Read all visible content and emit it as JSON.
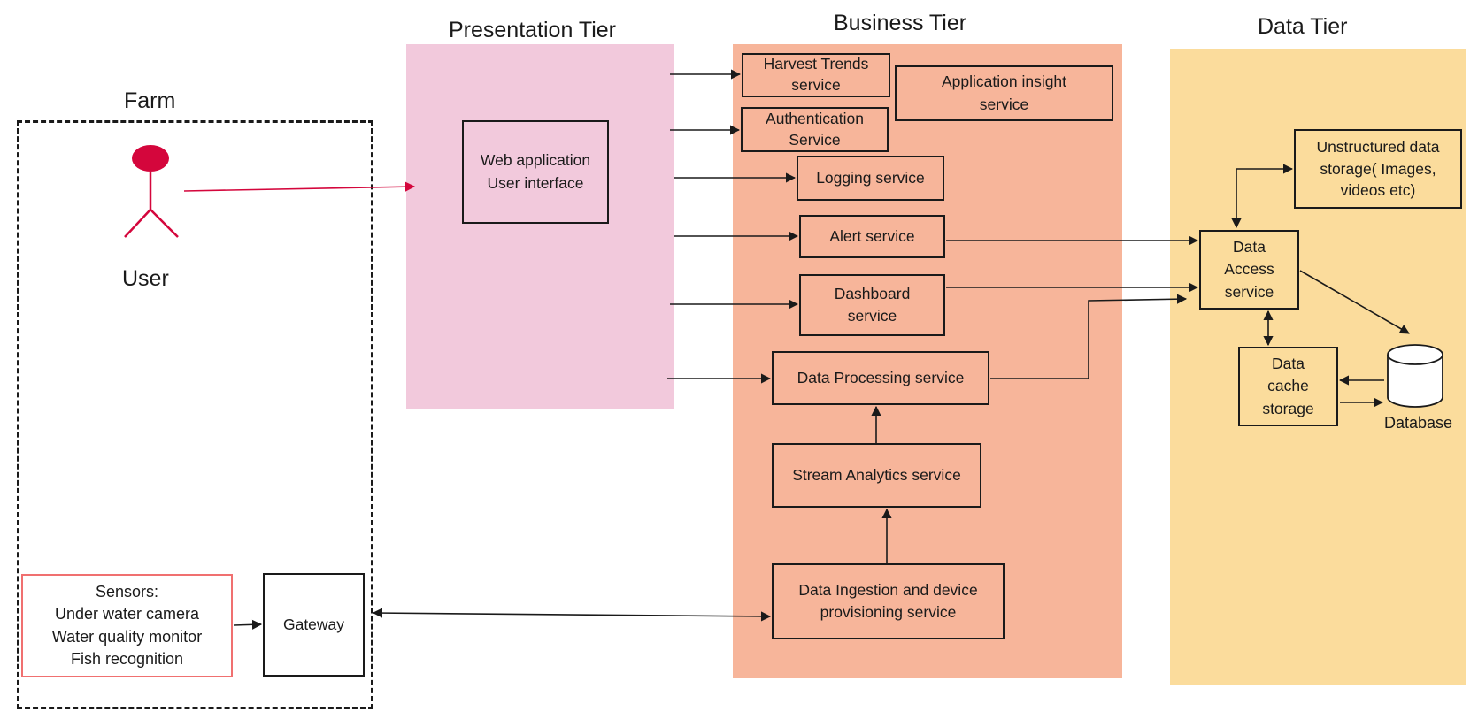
{
  "tiers": {
    "presentation": "Presentation Tier",
    "business": "Business Tier",
    "data": "Data Tier"
  },
  "farm": {
    "title": "Farm",
    "user_label": "User",
    "sensors": "Sensors:\nUnder water camera\nWater quality monitor\nFish recognition",
    "gateway": "Gateway"
  },
  "presentation": {
    "web_app": "Web application\nUser interface"
  },
  "business": {
    "harvest": "Harvest Trends\nservice",
    "insight": "Application insight\nservice",
    "auth": "Authentication\nService",
    "logging": "Logging service",
    "alert": "Alert service",
    "dashboard": "Dashboard\nservice",
    "processing": "Data Processing service",
    "stream": "Stream Analytics service",
    "ingestion": "Data Ingestion and device\nprovisioning service"
  },
  "data_tier": {
    "unstructured": "Unstructured data\nstorage( Images,\nvideos etc)",
    "access": "Data\nAccess\nservice",
    "cache": "Data\ncache\nstorage",
    "database": "Database"
  },
  "colors": {
    "presentation_bg": "#f2c9dc",
    "business_bg": "#f7b59a",
    "data_bg": "#fbdc9c",
    "user_color": "#d4063c",
    "sensor_border": "#f07070"
  }
}
